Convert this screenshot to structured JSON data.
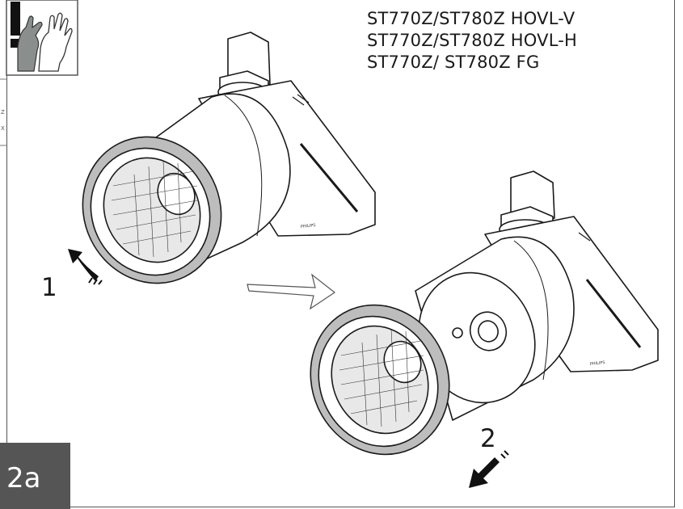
{
  "models": [
    "ST770Z/ST780Z HOVL-V",
    "ST770Z/ST780Z HOVL-H",
    "ST770Z/ ST780Z FG"
  ],
  "steps": {
    "one": "1",
    "two": "2"
  },
  "figure_label": "2a",
  "brand_mark": "PHILIPS",
  "icons": [
    "warning-gloves-icon",
    "rotate-arrow-icon",
    "transition-arrow-icon",
    "pull-arrow-icon"
  ]
}
